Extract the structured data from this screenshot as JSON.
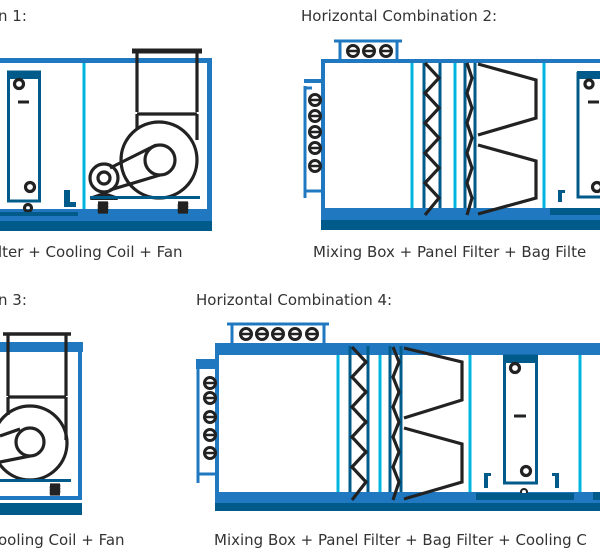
{
  "colors": {
    "casing": "#2079c0",
    "casing_dark": "#005a8a",
    "divider": "#00b4e0",
    "component": "#222222"
  },
  "combinations": [
    {
      "title": "n 1:",
      "caption": "lter + Cooling Coil + Fan"
    },
    {
      "title": "Horizontal Combination 2:",
      "caption": "Mixing Box + Panel Filter + Bag Filte"
    },
    {
      "title": "n 3:",
      "caption": "ooling Coil + Fan"
    },
    {
      "title": "Horizontal Combination 4:",
      "caption": "Mixing Box + Panel Filter + Bag Filter + Cooling C"
    }
  ]
}
